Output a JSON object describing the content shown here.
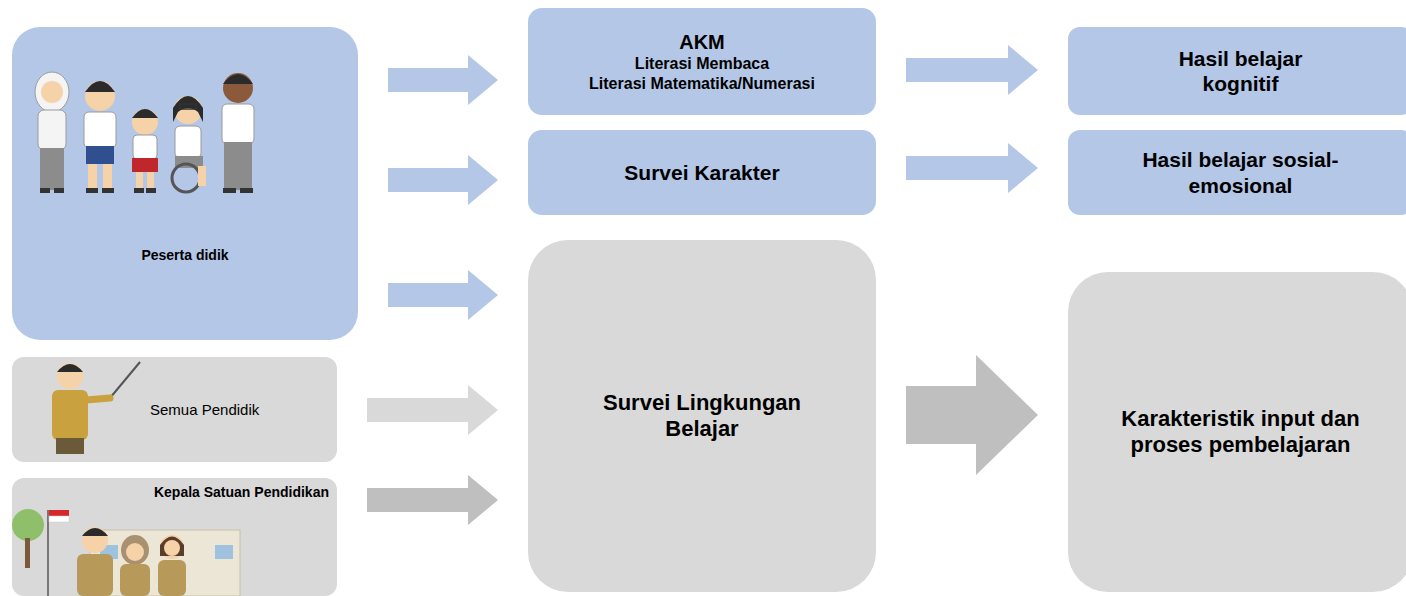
{
  "diagram": {
    "nodes": [
      {
        "text": [
          "Peserta didik"
        ]
      },
      {
        "text": [
          "Semua Pendidik"
        ]
      },
      {
        "text": [
          "Kepala Satuan Pendidikan"
        ]
      },
      {
        "text": [
          "AKM",
          "Literasi Membaca",
          "Literasi Matematika/Numerasi"
        ]
      },
      {
        "text": [
          "Survei Karakter"
        ]
      },
      {
        "text": [
          "Survei Lingkungan Belajar"
        ]
      },
      {
        "text": [
          "Hasil belajar kognitif"
        ]
      },
      {
        "text": [
          "Hasil belajar sosial-emosional"
        ]
      },
      {
        "text": [
          "Karakteristik input dan proses pembelajaran"
        ]
      }
    ],
    "edges": [
      {
        "from": 0,
        "to": 3,
        "arrow": "to"
      },
      {
        "from": 0,
        "to": 4,
        "arrow": "to"
      },
      {
        "from": 0,
        "to": 5,
        "arrow": "to"
      },
      {
        "from": 1,
        "to": 5,
        "arrow": "to"
      },
      {
        "from": 2,
        "to": 5,
        "arrow": "to"
      },
      {
        "from": 3,
        "to": 6,
        "arrow": "to"
      },
      {
        "from": 4,
        "to": 7,
        "arrow": "to"
      },
      {
        "from": 5,
        "to": 8,
        "arrow": "to"
      }
    ]
  }
}
